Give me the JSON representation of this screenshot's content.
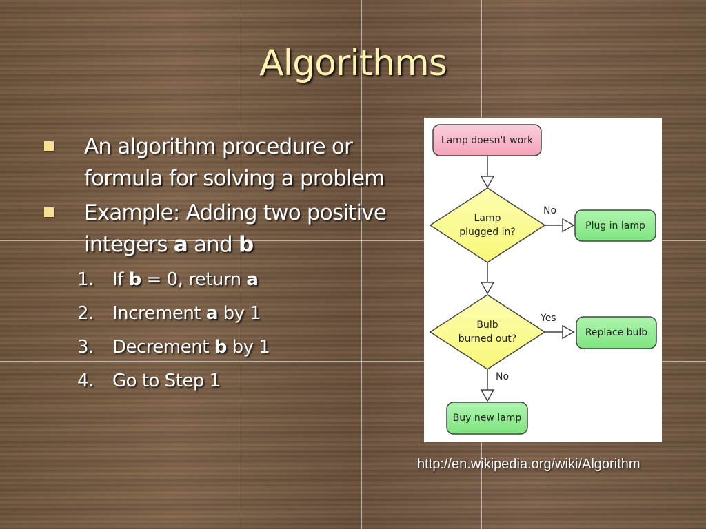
{
  "slide": {
    "title": "Algorithms",
    "bullets": [
      {
        "text": "An algorithm procedure or formula for solving a problem"
      },
      {
        "text_before": "Example: Adding two positive integers ",
        "bold_a": "a",
        "and": " and ",
        "bold_b": "b"
      }
    ],
    "steps": [
      {
        "num": "1.",
        "pre": "If ",
        "bold1": "b",
        "mid": " = 0, return ",
        "bold2": "a",
        "post": ""
      },
      {
        "num": "2.",
        "pre": "Increment ",
        "bold1": "a",
        "mid": " by 1",
        "bold2": "",
        "post": ""
      },
      {
        "num": "3.",
        "pre": "Decrement ",
        "bold1": "b",
        "mid": " by 1",
        "bold2": "",
        "post": ""
      },
      {
        "num": "4.",
        "pre": "Go to Step 1",
        "bold1": "",
        "mid": "",
        "bold2": "",
        "post": ""
      }
    ],
    "source_url": "http://en.wikipedia.org/wiki/Algorithm"
  },
  "flowchart": {
    "start": "Lamp doesn't work",
    "decision1": [
      "Lamp",
      "plugged in?"
    ],
    "decision1_branch": "No",
    "action1": "Plug in lamp",
    "decision2": [
      "Bulb",
      "burned out?"
    ],
    "decision2_branch_yes": "Yes",
    "action2": "Replace bulb",
    "decision2_branch_no": "No",
    "end": "Buy new lamp",
    "colors": {
      "start_fill": "#f7b6c6",
      "decision_fill": "#fbfb8c",
      "action_fill": "#8eea8e",
      "stroke": "#3a3a3a"
    }
  }
}
